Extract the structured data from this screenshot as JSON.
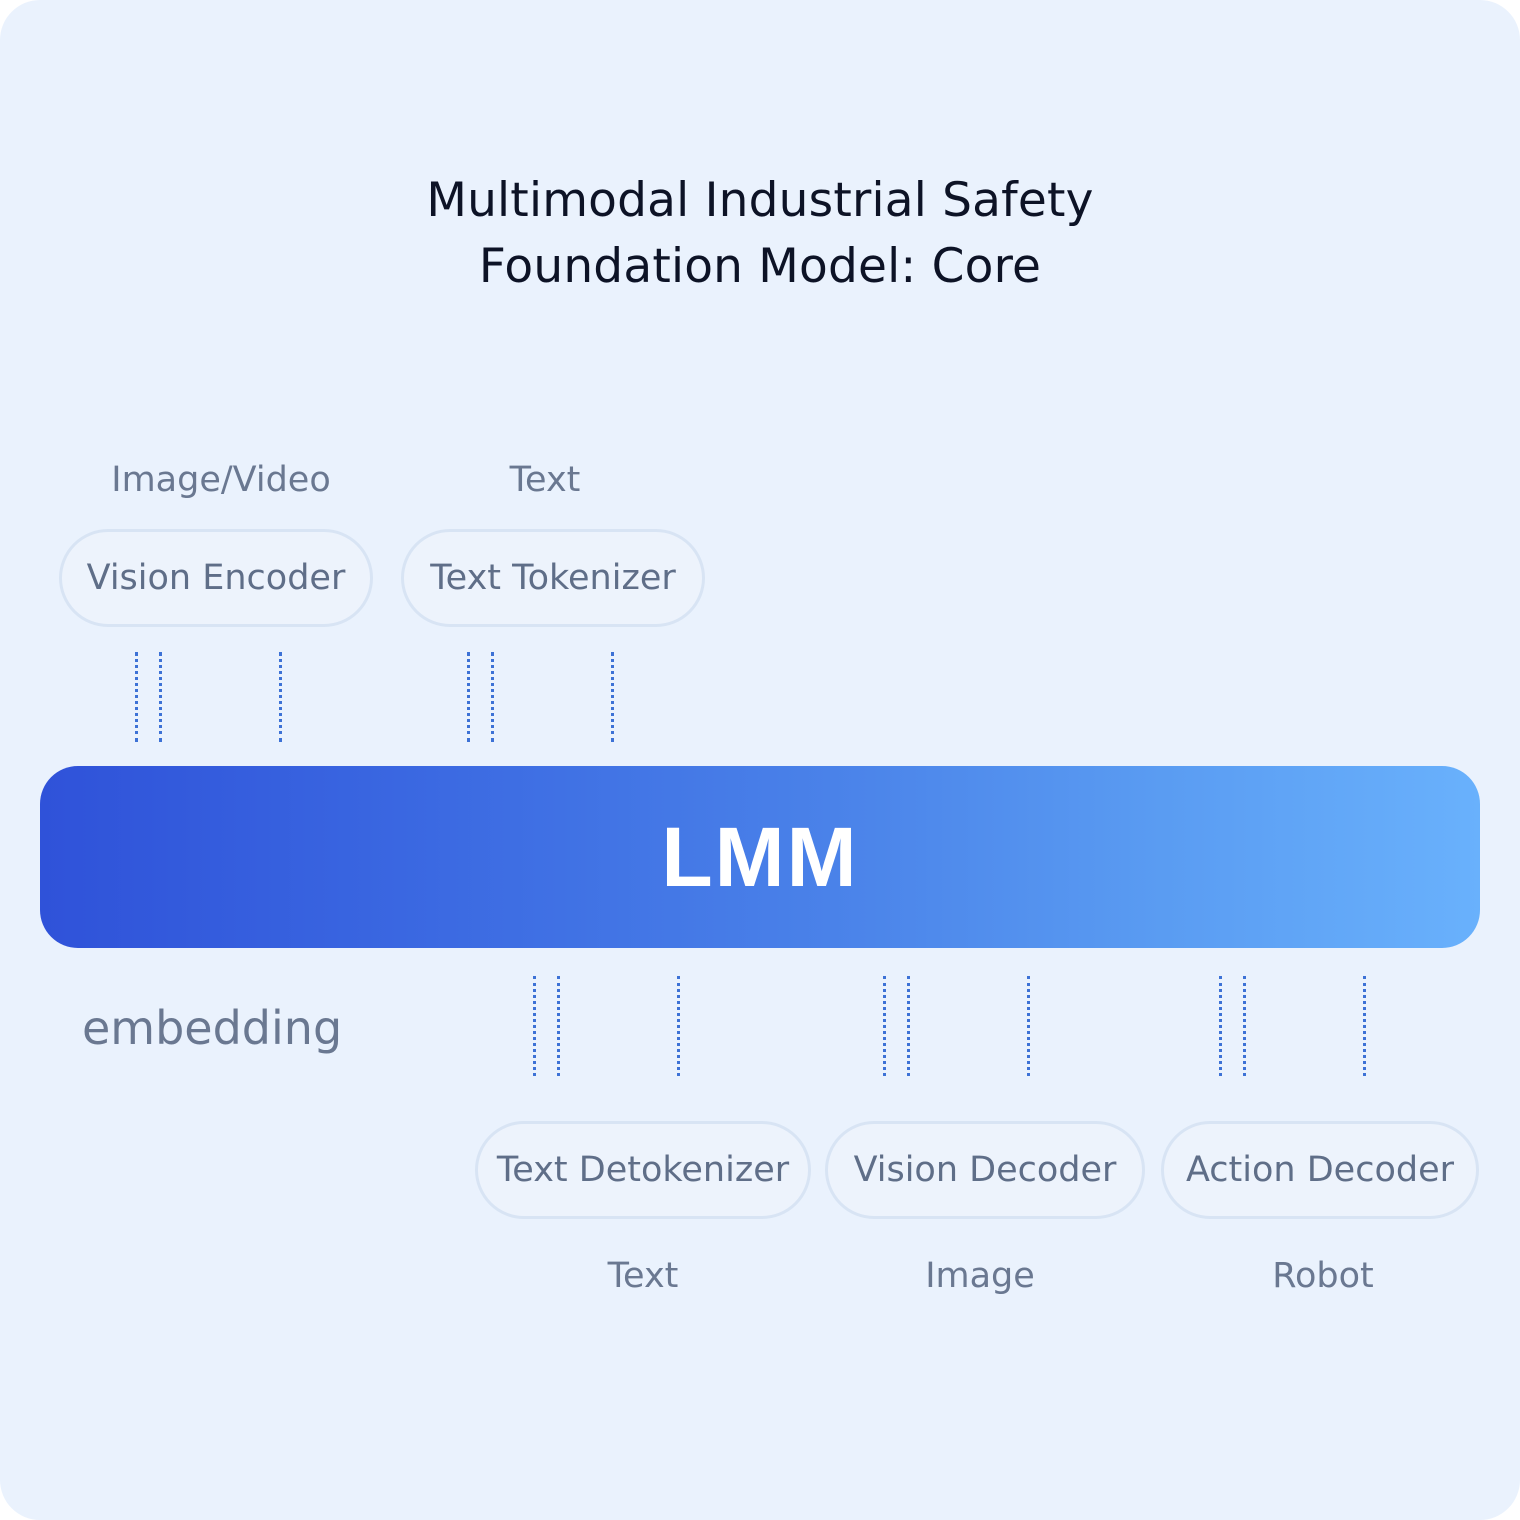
{
  "title": {
    "line1": "Multimodal Industrial Safety",
    "line2": "Foundation Model: Core"
  },
  "inputs": {
    "image_video_label": "Image/Video",
    "text_label": "Text",
    "vision_encoder": "Vision Encoder",
    "text_tokenizer": "Text Tokenizer"
  },
  "core": {
    "label": "LMM"
  },
  "embedding_label": "embedding",
  "outputs": {
    "text_detokenizer": "Text Detokenizer",
    "vision_decoder": "Vision Decoder",
    "action_decoder": "Action Decoder",
    "text_label": "Text",
    "image_label": "Image",
    "robot_label": "Robot"
  },
  "colors": {
    "background": "#eaf2fd",
    "lmm_gradient_start": "#2f52d9",
    "lmm_gradient_end": "#69b1fc",
    "connector": "#3d72d6"
  }
}
